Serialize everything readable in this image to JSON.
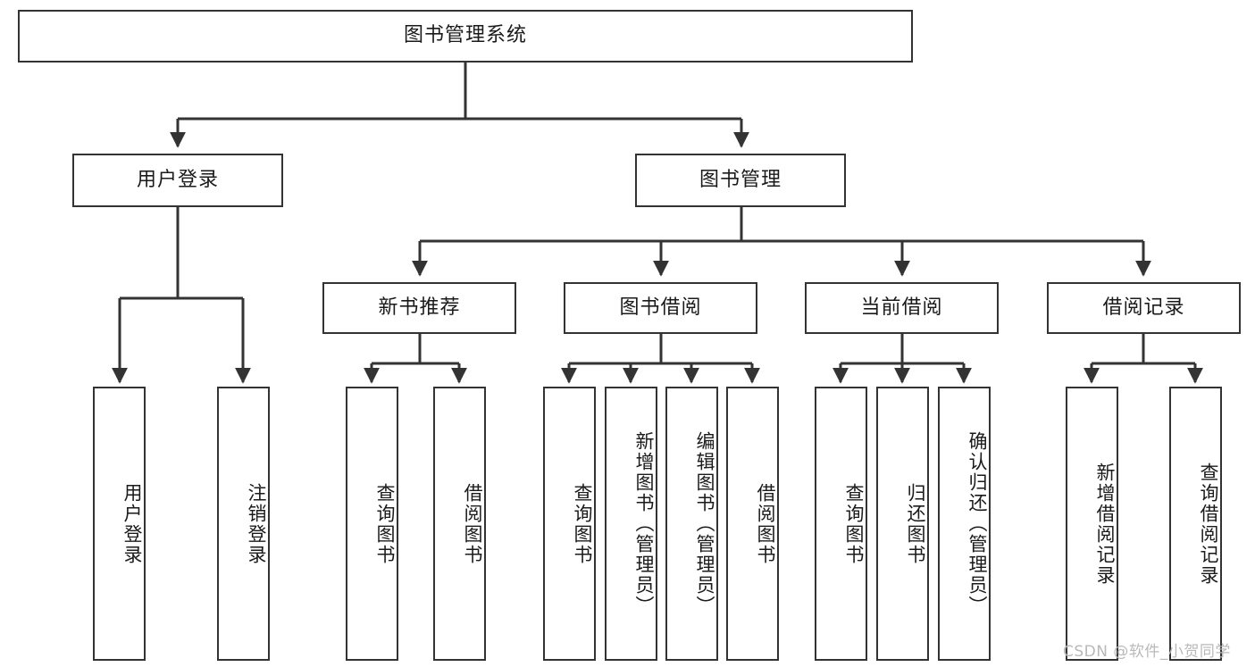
{
  "diagram": {
    "title": "图书管理系统",
    "watermark": "CSDN @软件_小贺同学",
    "style": {
      "box_border_color": "#333333",
      "box_fill_color": "#ffffff",
      "line_color": "#333333",
      "background_color": "#ffffff",
      "watermark_color": "#b9b9b9"
    },
    "root": {
      "label": "图书管理系统"
    },
    "level2": [
      {
        "label": "用户登录"
      },
      {
        "label": "图书管理"
      }
    ],
    "level3": [
      {
        "label": "新书推荐"
      },
      {
        "label": "图书借阅"
      },
      {
        "label": "当前借阅"
      },
      {
        "label": "借阅记录"
      }
    ],
    "leaves": {
      "user_login": [
        {
          "label": "用户登录"
        },
        {
          "label": "注销登录"
        }
      ],
      "new_book_recommend": [
        {
          "label": "查询图书"
        },
        {
          "label": "借阅图书"
        }
      ],
      "book_borrow": [
        {
          "label": "查询图书"
        },
        {
          "label": "新增图书（管理员）"
        },
        {
          "label": "编辑图书（管理员）"
        },
        {
          "label": "借阅图书"
        }
      ],
      "current_borrow": [
        {
          "label": "查询图书"
        },
        {
          "label": "归还图书"
        },
        {
          "label": "确认归还（管理员）"
        }
      ],
      "borrow_record": [
        {
          "label": "新增借阅记录"
        },
        {
          "label": "查询借阅记录"
        }
      ]
    }
  }
}
